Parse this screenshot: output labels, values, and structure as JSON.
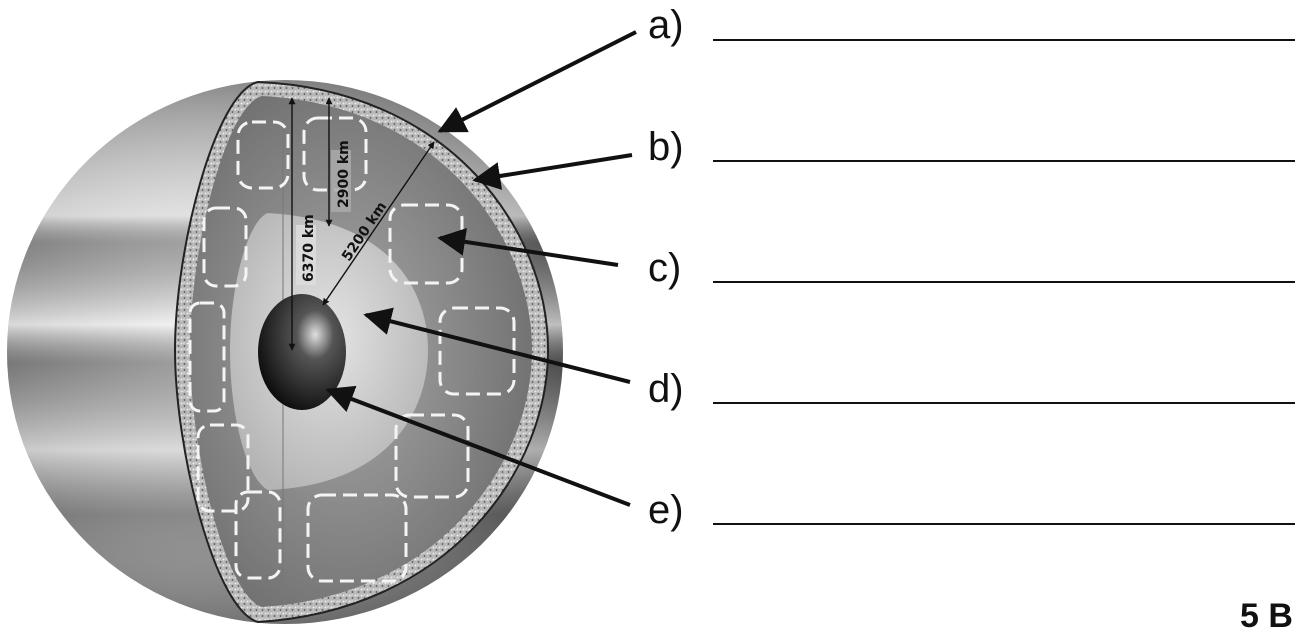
{
  "labels": [
    "a)",
    "b)",
    "c)",
    "d)",
    "e)"
  ],
  "measurements": {
    "mantle_depth": "2900 km",
    "outer_core_depth": "5200 km",
    "radius": "6370 km"
  },
  "page_mark": "5 B"
}
